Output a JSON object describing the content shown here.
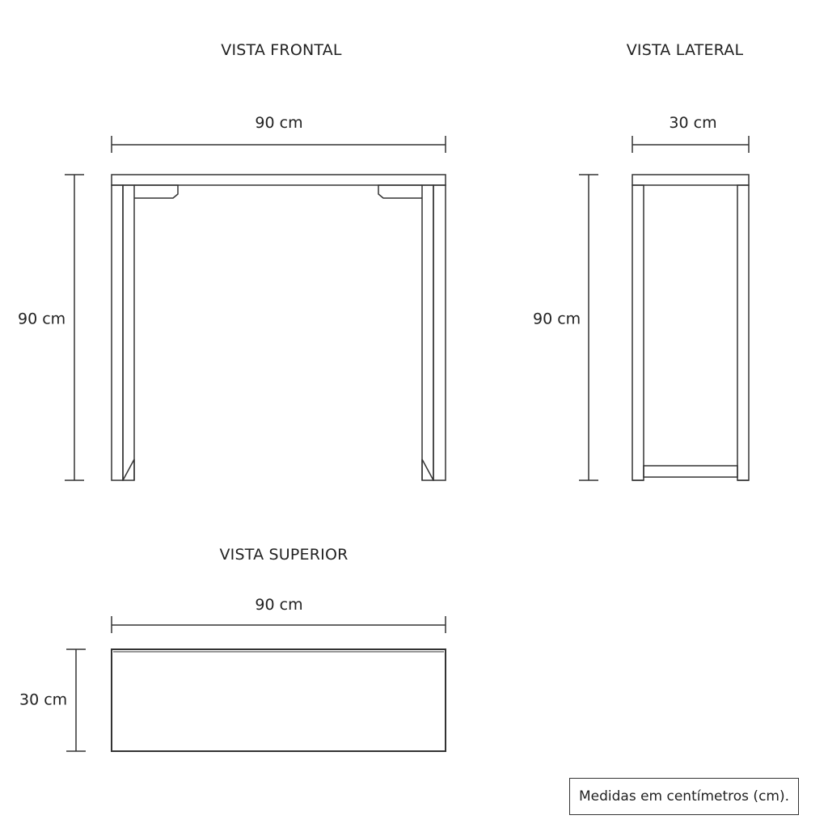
{
  "views": {
    "front": {
      "title": "VISTA FRONTAL",
      "width_label": "90 cm",
      "height_label": "90 cm"
    },
    "side": {
      "title": "VISTA LATERAL",
      "width_label": "30 cm",
      "height_label": "90 cm"
    },
    "top": {
      "title": "VISTA SUPERIOR",
      "width_label": "90 cm",
      "depth_label": "30 cm"
    }
  },
  "note": "Medidas em centímetros (cm)."
}
